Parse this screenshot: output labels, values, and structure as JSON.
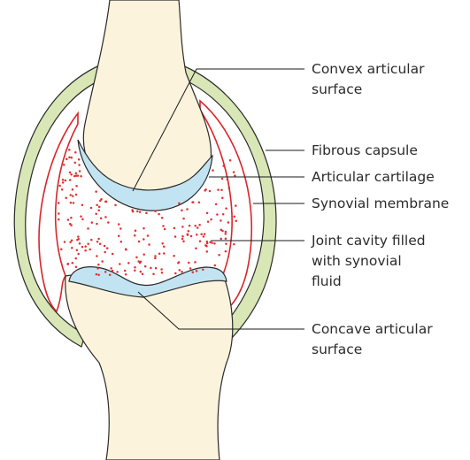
{
  "diagram": {
    "labels": {
      "convex_line1": "Convex articular",
      "convex_line2": "surface",
      "fibrous_capsule": "Fibrous capsule",
      "articular_cartilage": "Articular cartilage",
      "synovial_membrane": "Synovial membrane",
      "joint_cavity_line1": "Joint cavity filled",
      "joint_cavity_line2": "with synovial",
      "joint_cavity_line3": "fluid",
      "concave_line1": "Concave articular",
      "concave_line2": "surface"
    },
    "colors": {
      "bone": "#fbf3dc",
      "bone_outline": "#2a2a2a",
      "capsule": "#d9e6b6",
      "cartilage": "#c2e4f2",
      "synovial_membrane": "#d8262b",
      "fluid_dots": "#e03030",
      "leader_line": "#1a1a1a"
    }
  }
}
